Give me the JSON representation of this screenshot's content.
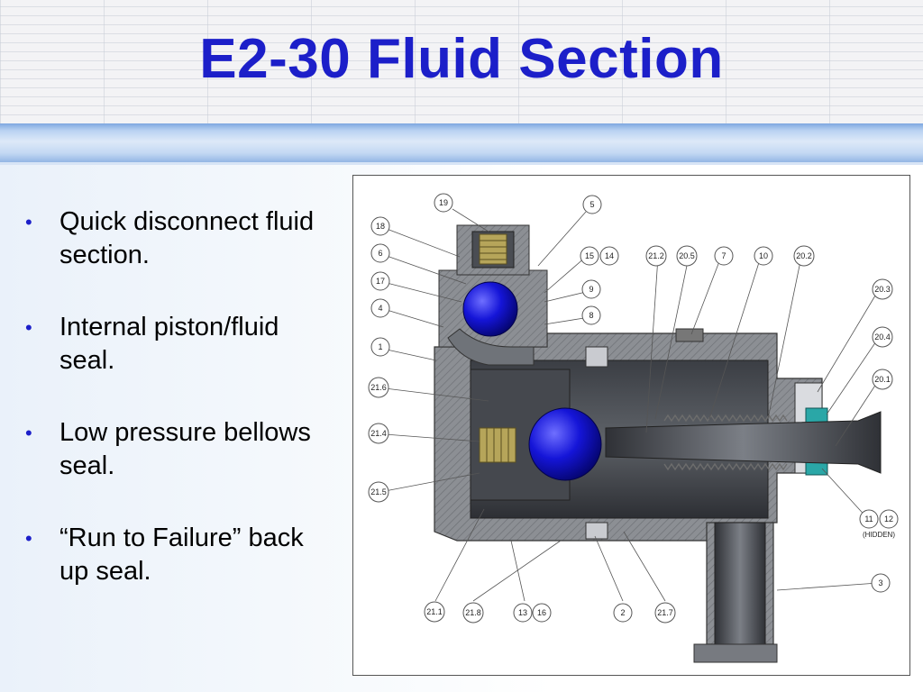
{
  "slide": {
    "title": "E2-30 Fluid Section"
  },
  "bullets": [
    {
      "text": "Quick disconnect fluid section."
    },
    {
      "text": "Internal piston/fluid seal."
    },
    {
      "text": "Low pressure bellows seal."
    },
    {
      "text": "“Run to Failure” back up seal."
    }
  ],
  "diagram": {
    "callouts": {
      "c19": "19",
      "c5": "5",
      "c18": "18",
      "c6": "6",
      "c17": "17",
      "c4": "4",
      "c1": "1",
      "c15": "15",
      "c14": "14",
      "c9": "9",
      "c8": "8",
      "c21_2": "21.2",
      "c20_5": "20.5",
      "c7": "7",
      "c10": "10",
      "c20_2": "20.2",
      "c20_3": "20.3",
      "c20_4": "20.4",
      "c20_1": "20.1",
      "c21_6": "21.6",
      "c21_4": "21.4",
      "c21_5": "21.5",
      "c11": "11",
      "c12": "12",
      "hidden": "(HIDDEN)",
      "c3": "3",
      "c21_1": "21.1",
      "c21_8": "21.8",
      "c13": "13",
      "c16": "16",
      "c2": "2",
      "c21_7": "21.7"
    }
  }
}
